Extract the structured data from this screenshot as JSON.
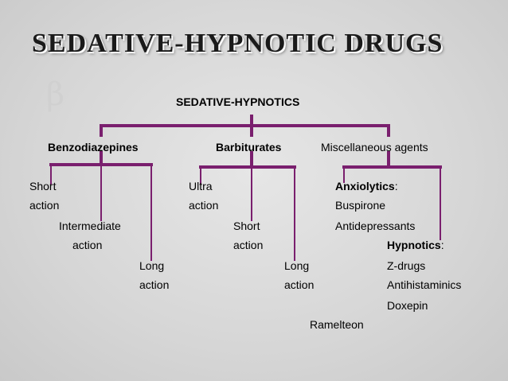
{
  "title": "SEDATIVE-HYPNOTIC DRUGS",
  "root": "SEDATIVE-HYPNOTICS",
  "categories": {
    "benzodiazepines": "Benzodiazepines",
    "barbiturates": "Barbiturates",
    "misc": "Miscellaneous agents"
  },
  "benzo": {
    "short_1": "Short",
    "short_2": "action",
    "intermediate_1": "Intermediate",
    "intermediate_2": "action",
    "long_1": "Long",
    "long_2": "action"
  },
  "barb": {
    "ultra_1": "Ultra",
    "ultra_2": "action",
    "short_1": "Short",
    "short_2": "action",
    "long_1": "Long",
    "long_2": "action"
  },
  "misc": {
    "anxiolytics": "Anxiolytics",
    "colon": ":",
    "buspirone": "Buspirone",
    "antidepressants": "Antidepressants",
    "hypnotics": "Hypnotics",
    "zdrugs": "Z-drugs",
    "antihistaminics": "Antihistaminics",
    "doxepin": "Doxepin",
    "ramelteon": "Ramelteon"
  },
  "watermark": {
    "beta": "β"
  },
  "colors": {
    "connector": "#7a1f6e",
    "background": "#d9d9d9"
  }
}
